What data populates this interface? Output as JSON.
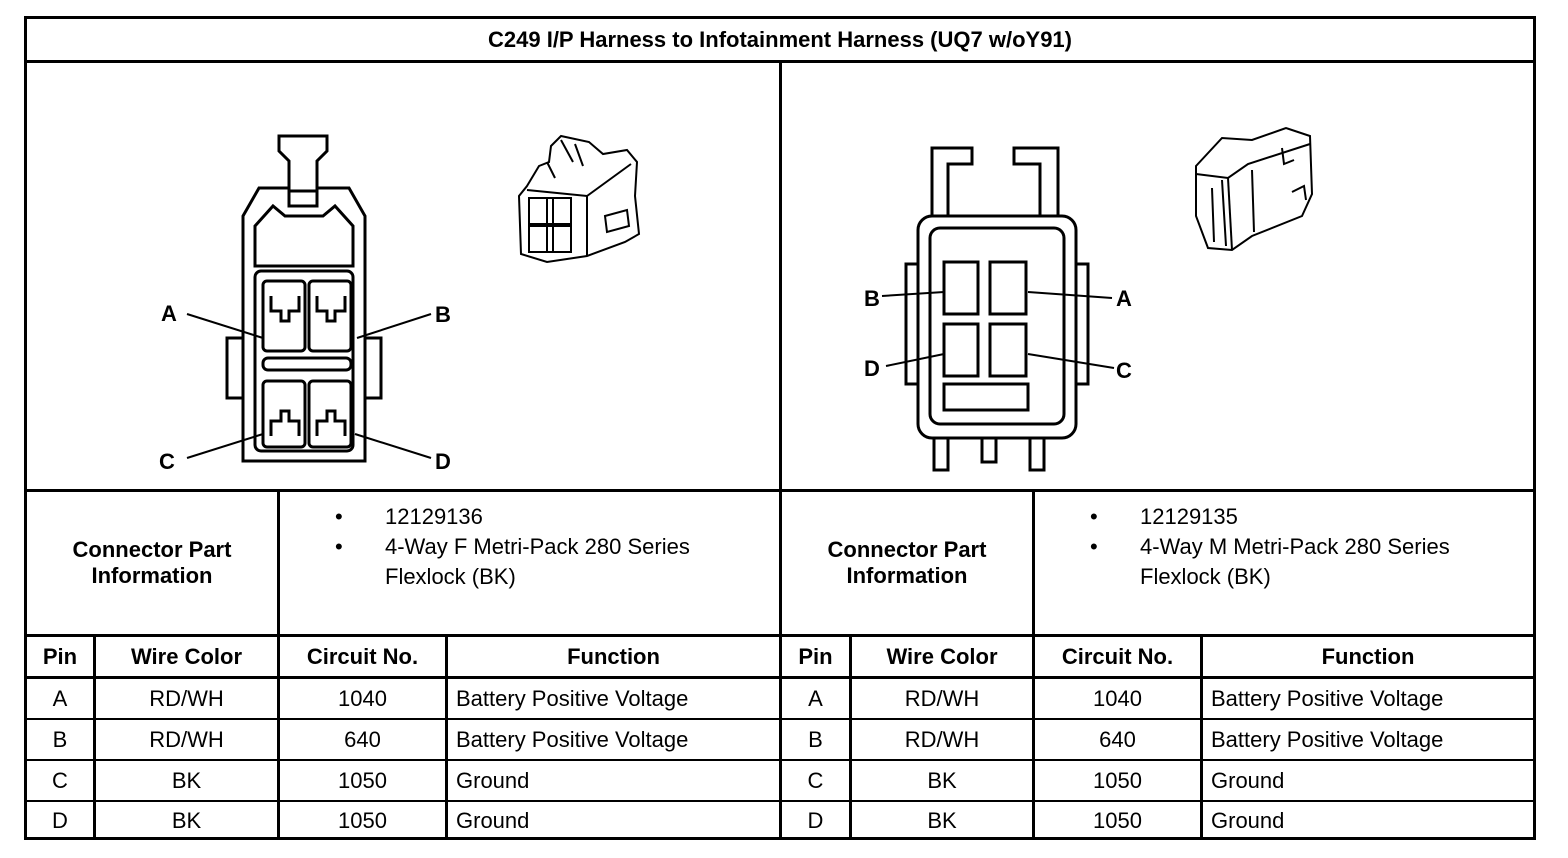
{
  "title": "C249 I/P Harness to Infotainment Harness (UQ7 w/oY91)",
  "connectors": [
    {
      "info_label_line1": "Connector Part",
      "info_label_line2": "Information",
      "bullet_symbol": "•",
      "part_number": "12129136",
      "description_line1": "4-Way F Metri-Pack 280 Series",
      "description_line2": "Flexlock (BK)",
      "pin_labels": {
        "a": "A",
        "b": "B",
        "c": "C",
        "d": "D"
      },
      "headers": {
        "pin": "Pin",
        "wire_color": "Wire Color",
        "circuit": "Circuit No.",
        "function": "Function"
      },
      "rows": [
        {
          "pin": "A",
          "wire_color": "RD/WH",
          "circuit": "1040",
          "function": "Battery Positive Voltage"
        },
        {
          "pin": "B",
          "wire_color": "RD/WH",
          "circuit": "640",
          "function": "Battery Positive Voltage"
        },
        {
          "pin": "C",
          "wire_color": "BK",
          "circuit": "1050",
          "function": "Ground"
        },
        {
          "pin": "D",
          "wire_color": "BK",
          "circuit": "1050",
          "function": "Ground"
        }
      ]
    },
    {
      "info_label_line1": "Connector Part",
      "info_label_line2": "Information",
      "bullet_symbol": "•",
      "part_number": "12129135",
      "description_line1": "4-Way M Metri-Pack 280 Series",
      "description_line2": "Flexlock (BK)",
      "pin_labels": {
        "a": "A",
        "b": "B",
        "c": "C",
        "d": "D"
      },
      "headers": {
        "pin": "Pin",
        "wire_color": "Wire Color",
        "circuit": "Circuit No.",
        "function": "Function"
      },
      "rows": [
        {
          "pin": "A",
          "wire_color": "RD/WH",
          "circuit": "1040",
          "function": "Battery Positive Voltage"
        },
        {
          "pin": "B",
          "wire_color": "RD/WH",
          "circuit": "640",
          "function": "Battery Positive Voltage"
        },
        {
          "pin": "C",
          "wire_color": "BK",
          "circuit": "1050",
          "function": "Ground"
        },
        {
          "pin": "D",
          "wire_color": "BK",
          "circuit": "1050",
          "function": "Ground"
        }
      ]
    }
  ]
}
